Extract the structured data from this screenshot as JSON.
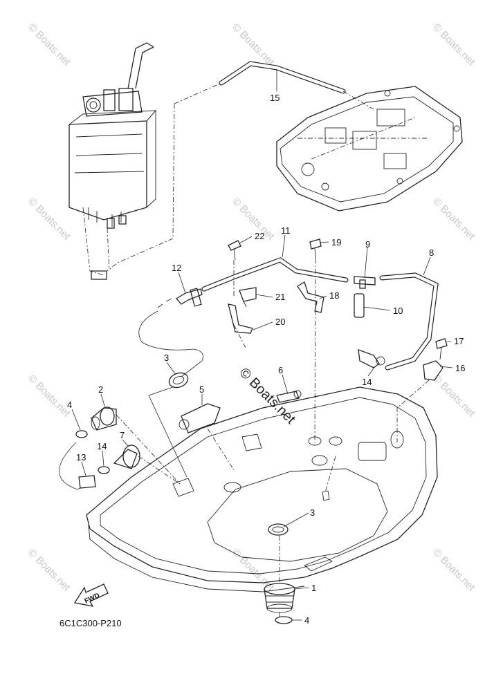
{
  "diagram": {
    "drawing_code": "6C1C300-P210",
    "fwd_label": "FWD",
    "watermark_text": "© Boats.net",
    "callouts": {
      "c1": "1",
      "c2": "2",
      "c3a": "3",
      "c3b": "3",
      "c4a": "4",
      "c4b": "4",
      "c5": "5",
      "c6": "6",
      "c7": "7",
      "c8": "8",
      "c9": "9",
      "c10": "10",
      "c11": "11",
      "c12": "12",
      "c13": "13",
      "c14a": "14",
      "c14b": "14",
      "c15": "15",
      "c16": "16",
      "c17": "17",
      "c18": "18",
      "c19": "19",
      "c20": "20",
      "c21": "21",
      "c22": "22"
    }
  }
}
